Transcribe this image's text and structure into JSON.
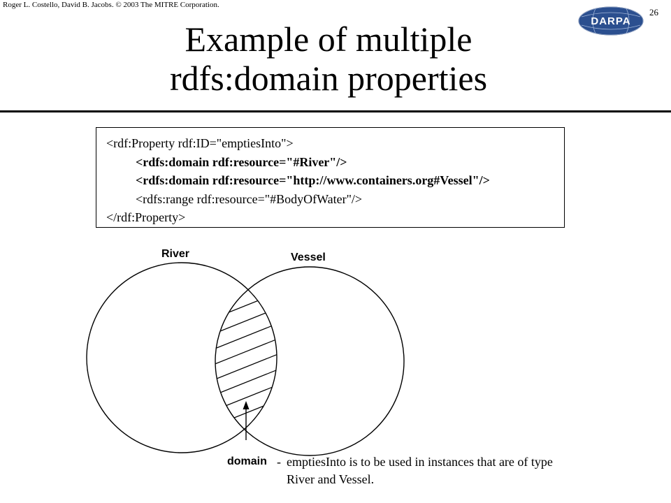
{
  "header": {
    "copyright": "Roger L. Costello, David B. Jacobs. © 2003 The MITRE Corporation.",
    "slide_number": "26",
    "logo_text": "DARPA"
  },
  "title": {
    "line1": "Example of multiple",
    "line2": "rdfs:domain properties"
  },
  "code": {
    "lines": [
      "<rdf:Property rdf:ID=\"emptiesInto\">",
      "<rdfs:domain rdf:resource=\"#River\"/>",
      "<rdfs:domain rdf:resource=\"http://www.containers.org#Vessel\"/>",
      "<rdfs:range rdf:resource=\"#BodyOfWater\"/>",
      "</rdf:Property>"
    ]
  },
  "diagram": {
    "set_left_label": "River",
    "set_right_label": "Vessel",
    "pointer_label": "domain",
    "description_dash": "-",
    "description_line1": "emptiesInto is to be used in instances that are of type",
    "description_line2": "River and Vessel."
  }
}
